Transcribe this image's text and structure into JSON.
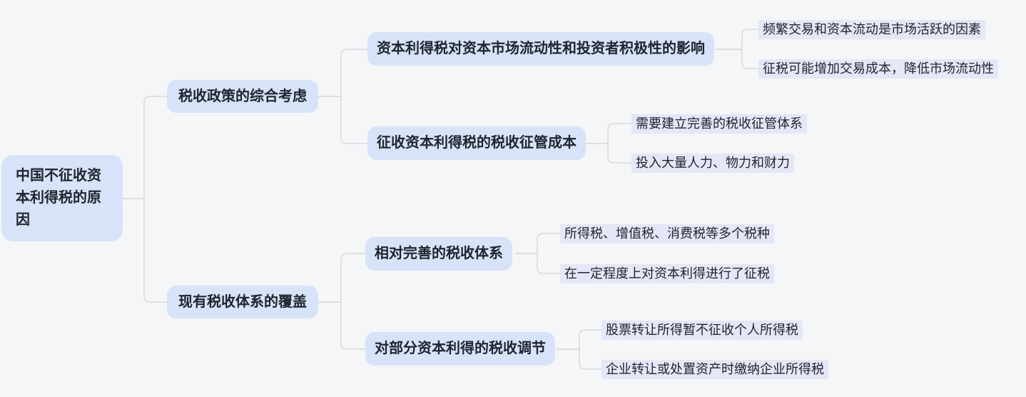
{
  "diagram": {
    "type": "mindmap",
    "root": {
      "label": "中国不征收资本利得税的原因",
      "children": [
        {
          "label": "税收政策的综合考虑",
          "children": [
            {
              "label": "资本利得税对资本市场流动性和投资者积极性的影响",
              "children": [
                {
                  "label": "频繁交易和资本流动是市场活跃的因素"
                },
                {
                  "label": "征税可能增加交易成本，降低市场流动性"
                }
              ]
            },
            {
              "label": "征收资本利得税的税收征管成本",
              "children": [
                {
                  "label": "需要建立完善的税收征管体系"
                },
                {
                  "label": "投入大量人力、物力和财力"
                }
              ]
            }
          ]
        },
        {
          "label": "现有税收体系的覆盖",
          "children": [
            {
              "label": "相对完善的税收体系",
              "children": [
                {
                  "label": "所得税、增值税、消费税等多个税种"
                },
                {
                  "label": "在一定程度上对资本利得进行了征税"
                }
              ]
            },
            {
              "label": "对部分资本利得的税收调节",
              "children": [
                {
                  "label": "股票转让所得暂不征收个人所得税"
                },
                {
                  "label": "企业转让或处置资产时缴纳企业所得税"
                }
              ]
            }
          ]
        }
      ]
    }
  },
  "colors": {
    "background": "#f5f6f8",
    "branch_node_bg": "#d7e3f8",
    "leaf_node_bg": "#e3e7f7",
    "text": "#20252e",
    "connector": "#d9d9d9"
  }
}
